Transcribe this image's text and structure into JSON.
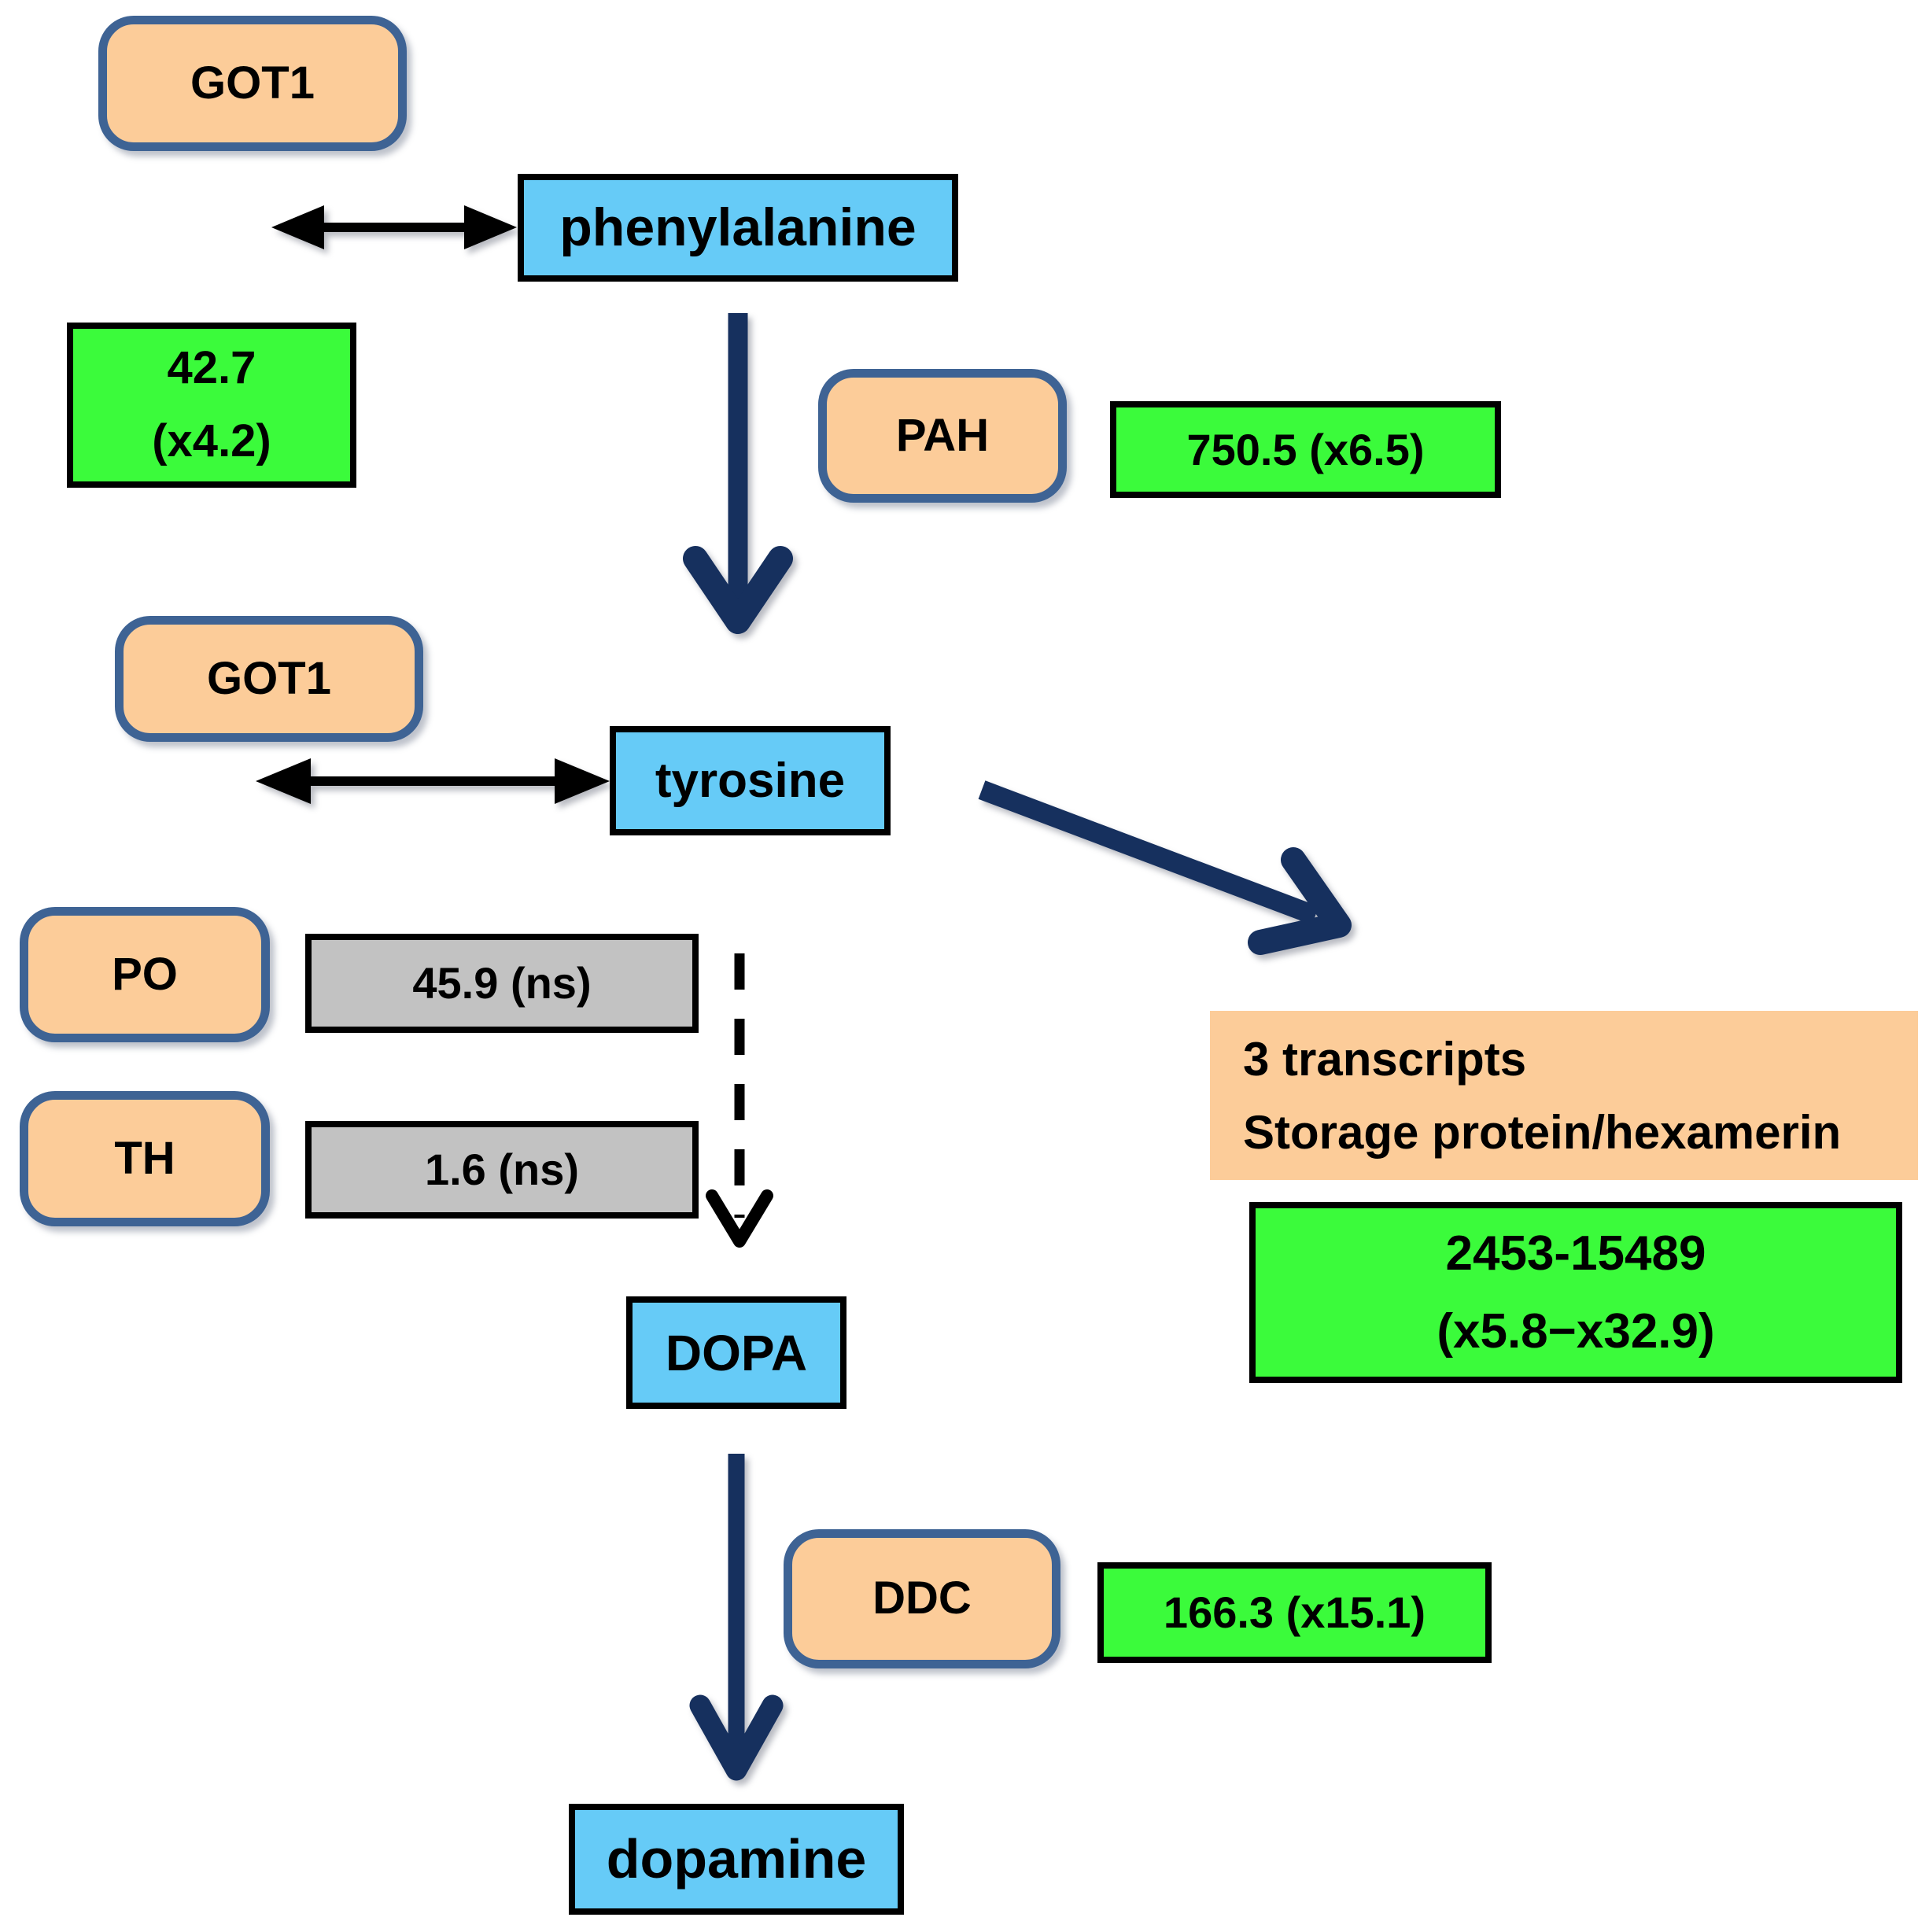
{
  "nodes": {
    "got1_top": {
      "label": "GOT1"
    },
    "phenylalanine": {
      "label": "phenylalanine"
    },
    "pah": {
      "label": "PAH"
    },
    "got1_mid": {
      "label": "GOT1"
    },
    "tyrosine": {
      "label": "tyrosine"
    },
    "po": {
      "label": "PO"
    },
    "th": {
      "label": "TH"
    },
    "dopa": {
      "label": "DOPA"
    },
    "ddc": {
      "label": "DDC"
    },
    "dopamine": {
      "label": "dopamine"
    },
    "annotation": {
      "line1": "3 transcripts",
      "line2": "Storage protein/hexamerin"
    }
  },
  "values": {
    "got1": {
      "line1": "42.7",
      "line2": "(x4.2)"
    },
    "pah": {
      "text": "750.5 (x6.5)"
    },
    "po": {
      "text": "45.9 (ns)"
    },
    "th": {
      "text": "1.6 (ns)"
    },
    "annotation": {
      "line1": "2453-15489",
      "line2": "(x5.8−x32.9)"
    },
    "ddc": {
      "text": "166.3 (x15.1)"
    }
  },
  "colors": {
    "enzyme_fill": "#FCCC99",
    "enzyme_border": "#3E6394",
    "metabolite_fill": "#66CBF7",
    "value_up_fill": "#3BFB3B",
    "value_ns_fill": "#C2C2C2",
    "arrow_navy": "#16305E",
    "arrow_black": "#000000",
    "background": "#FFFFFF"
  }
}
